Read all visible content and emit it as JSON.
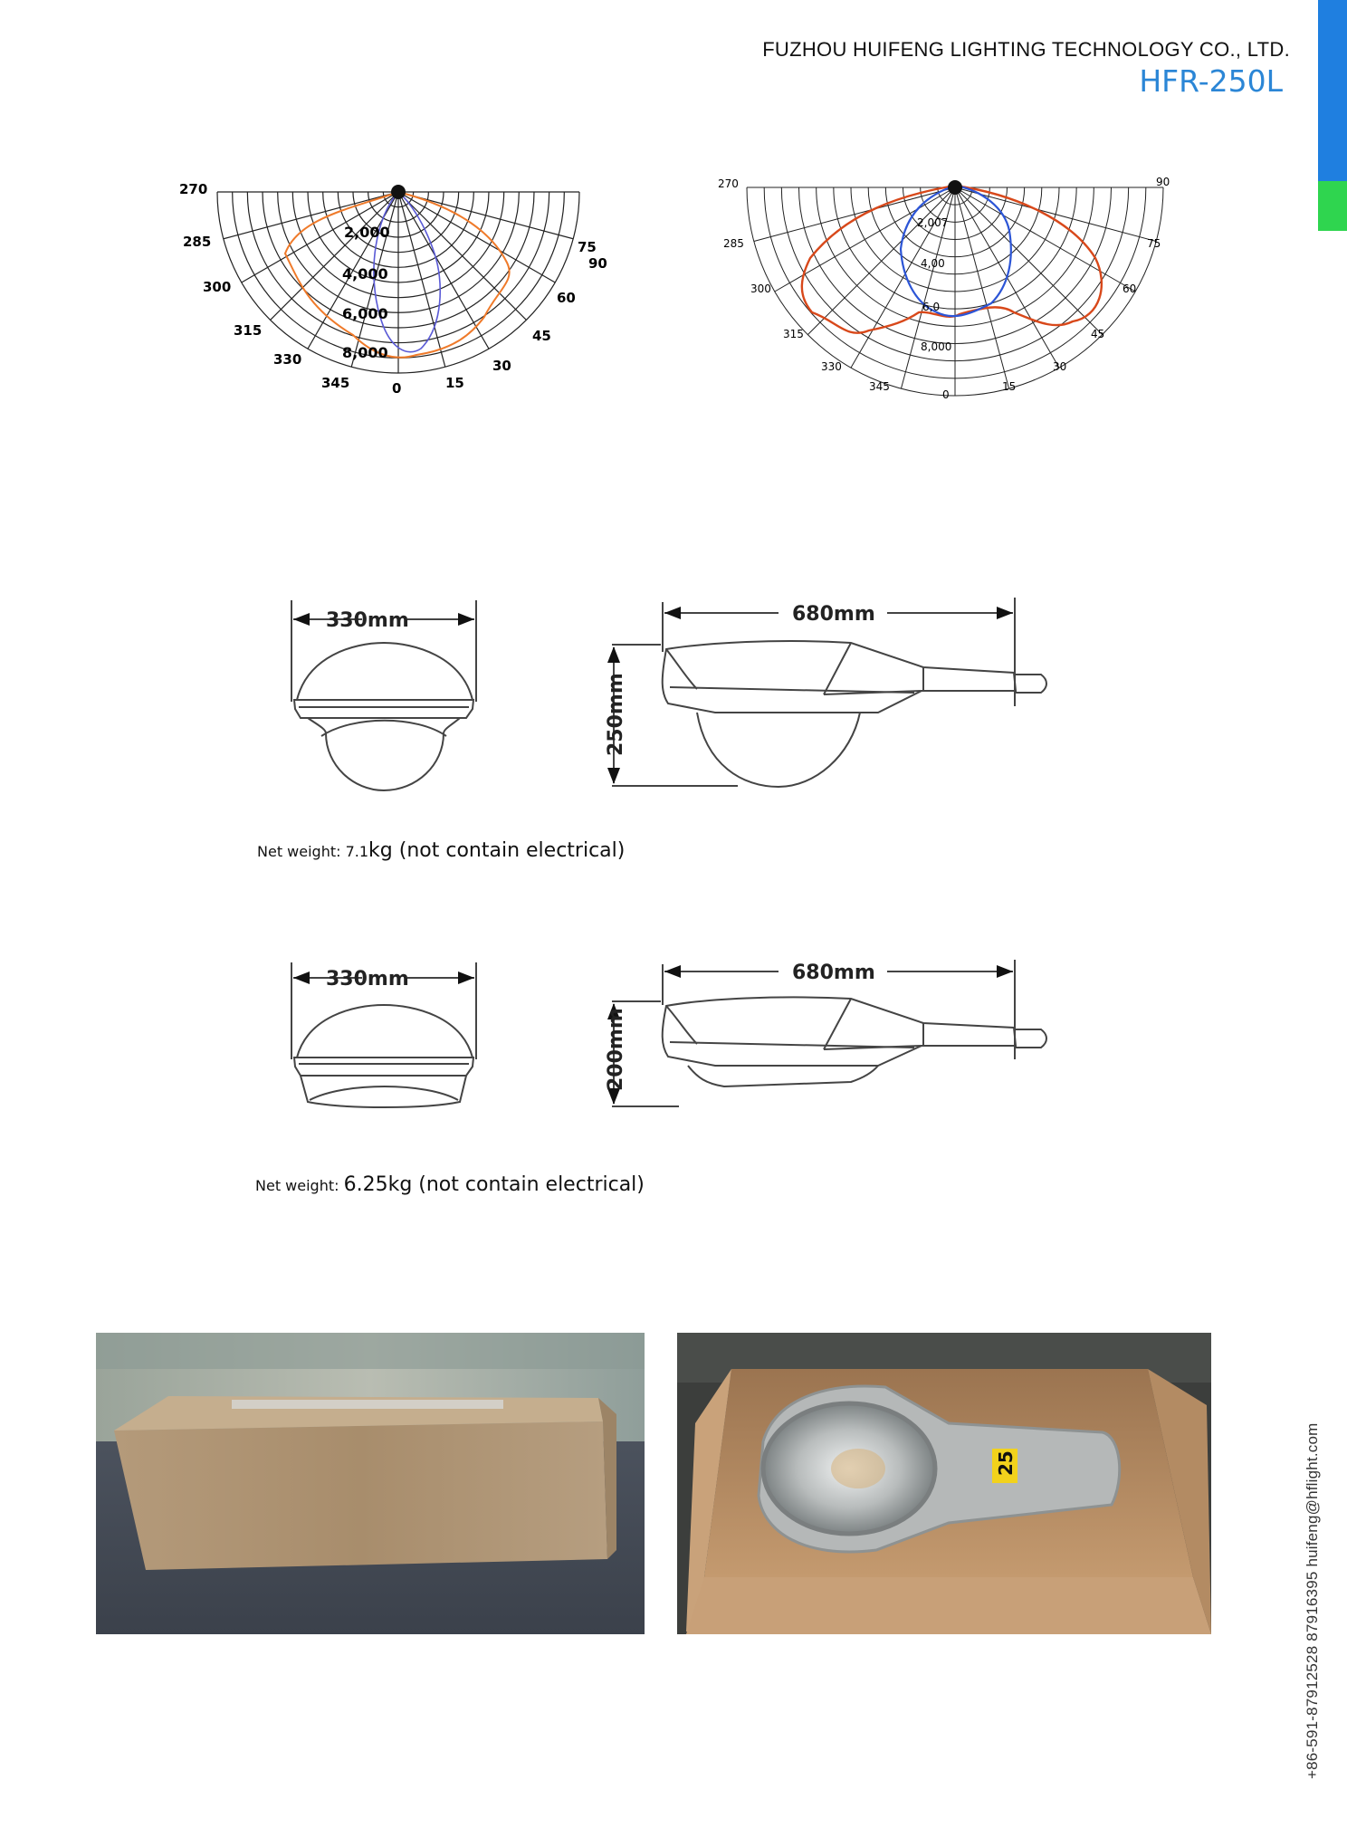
{
  "header": {
    "company": "FUZHOU HUIFENG LIGHTING TECHNOLOGY CO., LTD.",
    "model": "HFR-250L",
    "colors": {
      "accent_blue": "#1f7fe0",
      "accent_green": "#2fd54f",
      "model_text": "#2b86d6"
    }
  },
  "side_contact": "+86-591-87912528   87916395   huifeng@hflight.com",
  "polar_left": {
    "angles_left": [
      "270",
      "285",
      "300",
      "315",
      "330",
      "345"
    ],
    "angles_right": [
      "75",
      "90",
      "60",
      "45",
      "30",
      "15"
    ],
    "angle_zero": "0",
    "intensities": [
      "2,000",
      "4,000",
      "6,000",
      "8,000"
    ]
  },
  "polar_right": {
    "angles_left": [
      "270",
      "285",
      "300",
      "315",
      "330",
      "345"
    ],
    "angles_right": [
      "90",
      "75",
      "60",
      "45",
      "30",
      "15"
    ],
    "angle_zero": "0",
    "intensities": [
      "2,007",
      "4,00",
      "6,0",
      "8,000"
    ]
  },
  "drawing1": {
    "width": "330mm",
    "length": "680mm",
    "height": "250mm"
  },
  "weight1": {
    "label": "Net weight: 7.1",
    "value": "kg (not contain electrical)"
  },
  "drawing2": {
    "width": "330mm",
    "length": "680mm",
    "height": "200mm"
  },
  "weight2": {
    "label": "Net weight: ",
    "value": "6.25kg (not contain electrical)"
  },
  "photos": {
    "box_label": "25"
  }
}
